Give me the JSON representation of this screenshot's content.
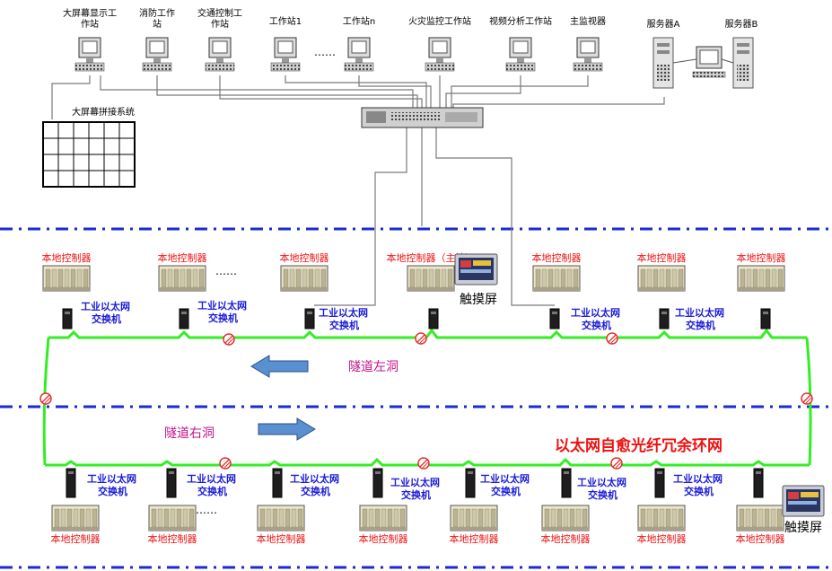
{
  "colors": {
    "ring": "#33ee22",
    "dashline": "#1a2ad6",
    "switch_label": "#1b1bd8",
    "controller_label": "#ee1111",
    "tunnel_label": "#c4138c",
    "title": "#ee1111",
    "arrow": "#5a8fd0",
    "breakpoint": "#e53030"
  },
  "workstations": [
    "大屏幕显示工作站",
    "消防工作站",
    "交通控制工作站",
    "工作站1",
    "工作站n",
    "火灾监控工作站",
    "视频分析工作站",
    "主监视器"
  ],
  "ellipsis": "……",
  "servers": [
    "服务器A",
    "服务器B"
  ],
  "big_screen_label": "大屏幕拼接系统",
  "top_controllers": [
    "本地控制器",
    "本地控制器",
    "本地控制器",
    "本地控制器（主控）",
    "本地控制器",
    "本地控制器",
    "本地控制器"
  ],
  "bottom_controllers": [
    "本地控制器",
    "本地控制器",
    "本地控制器",
    "本地控制器",
    "本地控制器",
    "本地控制器",
    "本地控制器",
    "本地控制器"
  ],
  "switch_label": [
    "工业以太网",
    "交换机"
  ],
  "touchscreen_label": "触摸屏",
  "tunnel_left": "隧道左洞",
  "tunnel_right": "隧道右洞",
  "ring_title": "以太网自愈光纤冗余环网"
}
